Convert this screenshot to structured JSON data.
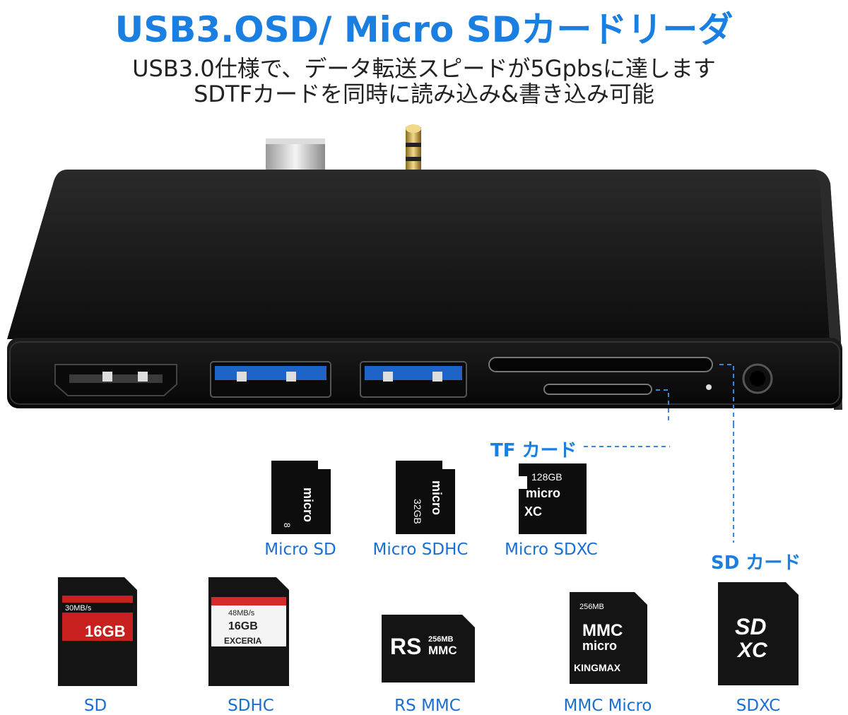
{
  "header": {
    "title": "USB3.OSD/ Micro SDカードリーダ",
    "line1": "USB3.0仕様で、データ転送スピードが5Gpbsに達します",
    "line2": "SDTFカードを同時に読み込み&書き込み可能"
  },
  "labels": {
    "tf": "TF カード",
    "sd": "SD カード"
  },
  "micro_cards": [
    {
      "caption": "Micro SD",
      "print": [
        "micro",
        "8"
      ]
    },
    {
      "caption": "Micro SDHC",
      "print": [
        "micro",
        "32GB"
      ]
    },
    {
      "caption": "Micro SDXC",
      "print": [
        "128GB",
        "micro",
        "XC"
      ]
    }
  ],
  "sd_cards": [
    {
      "caption": "SD",
      "print": [
        "30MB/s",
        "16GB"
      ]
    },
    {
      "caption": "SDHC",
      "print": [
        "48MB/s",
        "16GB",
        "EXCERIA"
      ]
    },
    {
      "caption": "RS MMC",
      "print": [
        "RS",
        "256MB",
        "MMC"
      ]
    },
    {
      "caption": "MMC Micro",
      "print": [
        "256MB",
        "MMC",
        "micro",
        "KINGMAX"
      ]
    },
    {
      "caption": "SDXC",
      "print": [
        "SD",
        "XC"
      ]
    }
  ],
  "colors": {
    "accent": "#1a7fe0",
    "device": "#111111"
  }
}
